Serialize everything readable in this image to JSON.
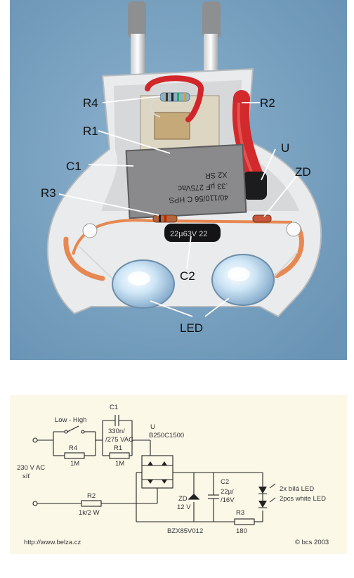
{
  "photo": {
    "labels": {
      "r4": "R4",
      "r2": "R2",
      "r1": "R1",
      "u": "U",
      "c1": "C1",
      "zd": "ZD",
      "r3": "R3",
      "c2": "C2",
      "led": "LED"
    },
    "capacitor_c1_print": [
      "40/110/56 C HPS",
      ".33 µF 275Vac",
      "X2 SR"
    ],
    "capacitor_c2_print": "22µ63V 22"
  },
  "schematic": {
    "switch_label": "Low - High",
    "c1_name": "C1",
    "c1_value_1": "330n/",
    "c1_value_2": "/275 VAC",
    "u_name": "U",
    "u_part": "B250C1500",
    "r4_name": "R4",
    "r4_value": "1M",
    "r1_name": "R1",
    "r1_value": "1M",
    "mains_1": "230 V AC",
    "mains_2": "síť",
    "r2_name": "R2",
    "r2_value": "1k/2 W",
    "zd_name": "ZD",
    "zd_value": "12 V",
    "zd_part": "BZX85V012",
    "c2_name": "C2",
    "c2_value_1": "22µ/",
    "c2_value_2": "/16V",
    "r3_name": "R3",
    "r3_value": "180",
    "led_label_1": "2x bílá LED",
    "led_label_2": "2pcs white LED",
    "url": "http://www.belza.cz",
    "copyright": "© bcs 2003"
  },
  "colors": {
    "photo_bg": "#7fa6c4",
    "housing": "#ebedee",
    "capacitor_c1": "#8a8a8c",
    "wire_red": "#d2262a",
    "schematic_bg": "#fbf8e8",
    "schematic_line": "#222222"
  }
}
